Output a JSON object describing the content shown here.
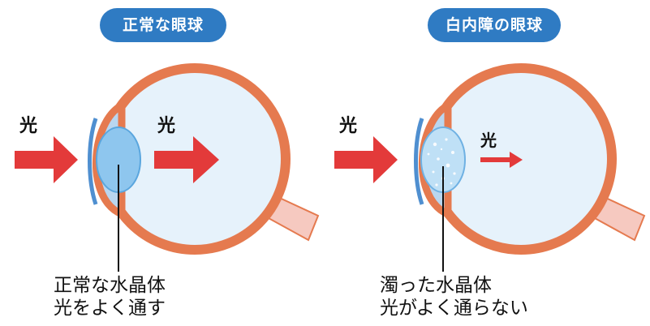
{
  "colors": {
    "pill": "#2f7bc3",
    "eye_outline": "#e57a4f",
    "eye_fill": "#e6f2fb",
    "arrow": "#e33a3a",
    "lens_clear": "#8ec6ee",
    "lens_cloudy": "#bfe0f6",
    "optic_nerve": "#f6c9c0",
    "cornea": "#b9d6ef"
  },
  "panels": [
    {
      "title": "正常な眼球",
      "light_labels": [
        "光",
        "光"
      ],
      "caption_lines": [
        "正常な水晶体",
        "光をよく通す"
      ],
      "lens_state": "clear"
    },
    {
      "title": "白内障の眼球",
      "light_labels": [
        "光",
        "光"
      ],
      "caption_lines": [
        "濁った水晶体",
        "光がよく通らない"
      ],
      "lens_state": "cloudy"
    }
  ]
}
